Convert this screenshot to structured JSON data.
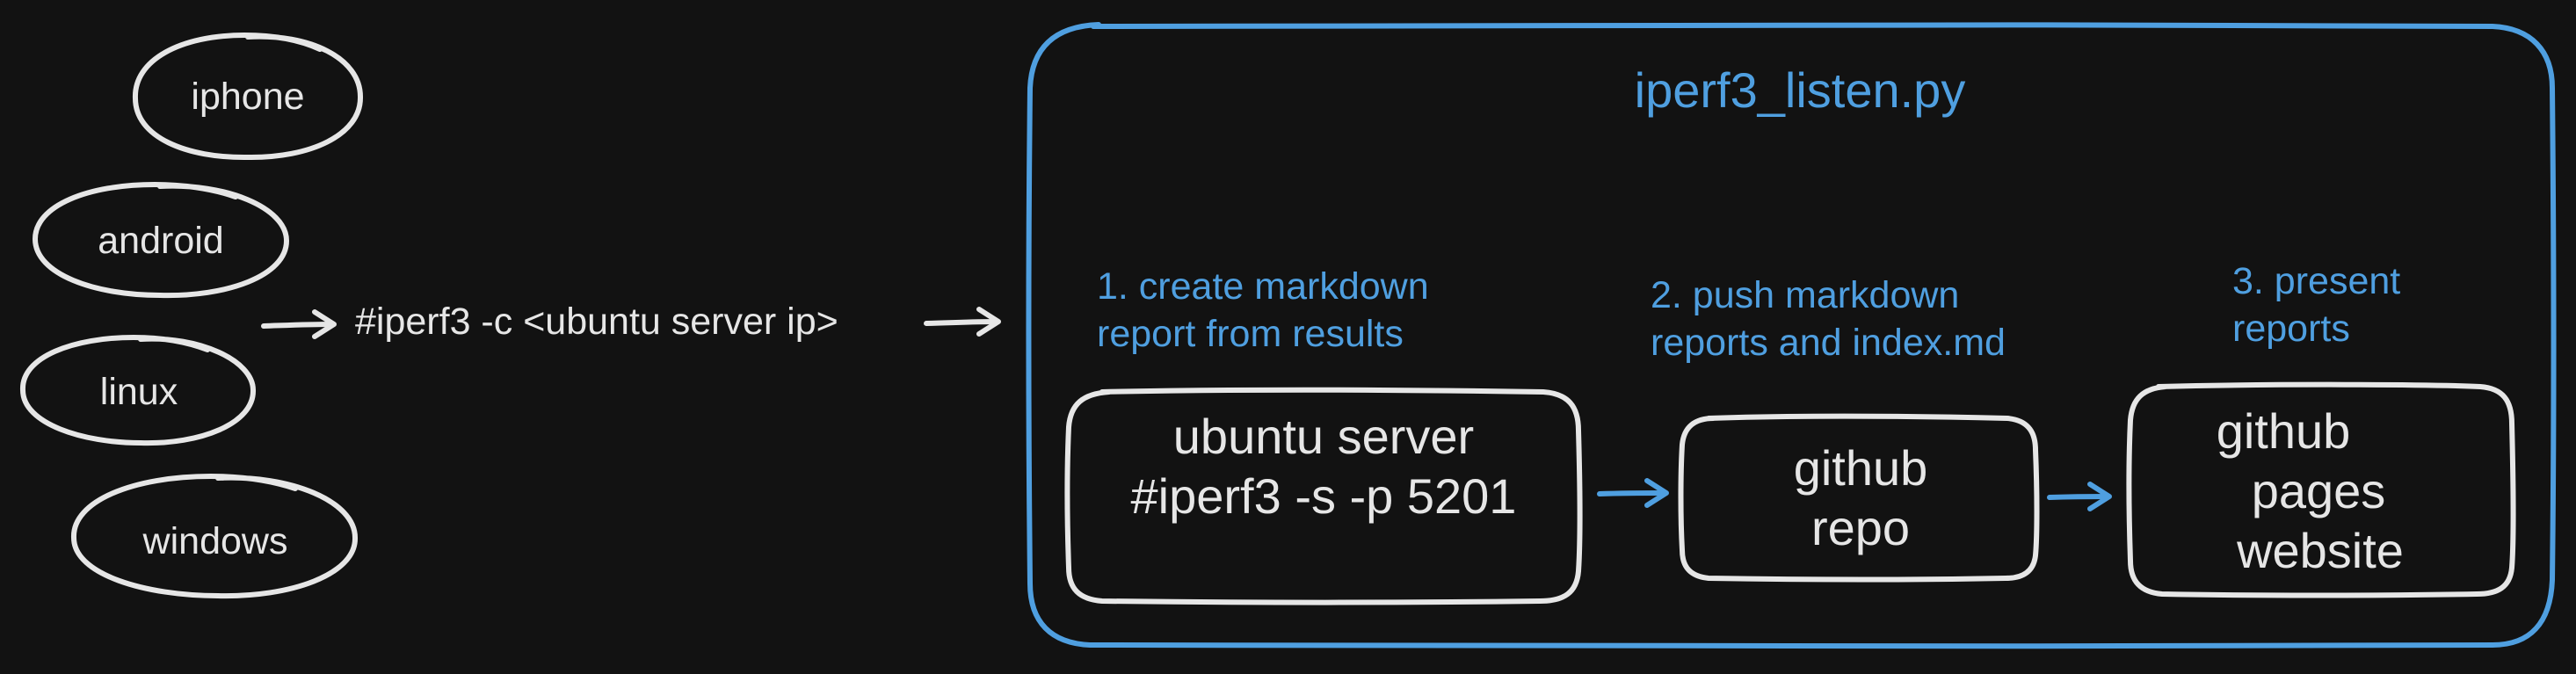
{
  "colors": {
    "background": "#121212",
    "sketch_white": "#e6e6e6",
    "accent_blue": "#4f9fe0"
  },
  "devices": [
    "iphone",
    "android",
    "linux",
    "windows"
  ],
  "client_command": "#iperf3 -c <ubuntu server ip>",
  "script_title": "iperf3_listen.py",
  "steps": [
    {
      "line1": "1. create markdown",
      "line2": "report from results"
    },
    {
      "line1": "2. push markdown",
      "line2": "reports and index.md"
    },
    {
      "line1": "3. present",
      "line2": "reports"
    }
  ],
  "nodes": {
    "server": {
      "line1": "ubuntu server",
      "line2": "#iperf3 -s -p 5201"
    },
    "repo": {
      "line1": "github",
      "line2": "repo"
    },
    "website": {
      "line1": "github",
      "line2": "pages",
      "line3": "website"
    }
  }
}
